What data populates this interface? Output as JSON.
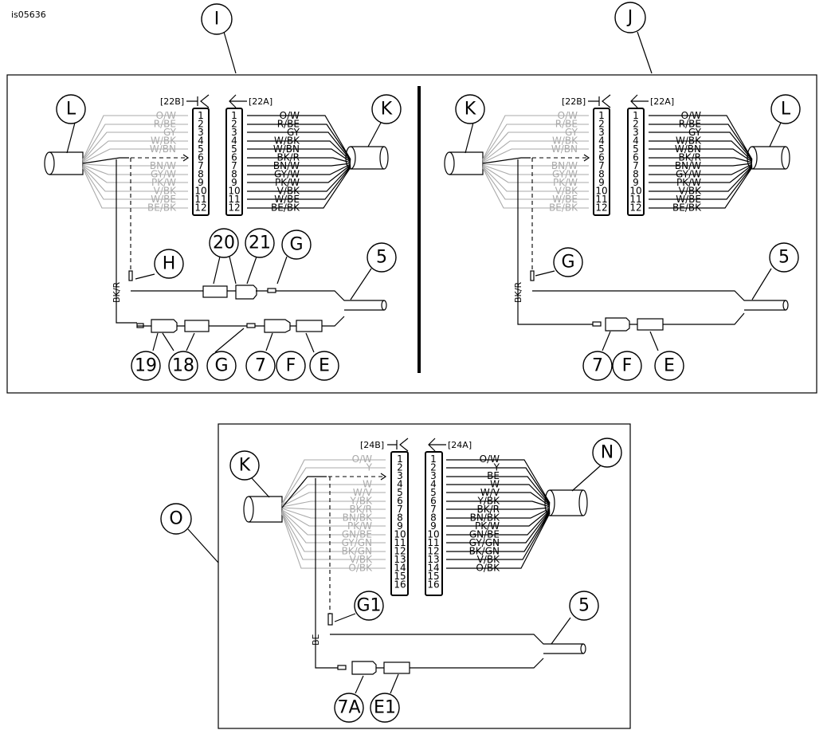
{
  "figure_id": "is05636",
  "panels": {
    "I": {
      "title": "I",
      "conn_b": "[22B]",
      "conn_a": "[22A]",
      "left_harness": "L",
      "right_harness": "K",
      "pins": [
        "1",
        "2",
        "3",
        "4",
        "5",
        "6",
        "7",
        "8",
        "9",
        "10",
        "11",
        "12"
      ],
      "wires_a": [
        "O/W",
        "R/BE",
        "GY",
        "W/BK",
        "W/BN",
        "BK/R",
        "BN/W",
        "GY/W",
        "PK/W",
        "V/BK",
        "W/BE",
        "BE/BK"
      ],
      "wires_b": [
        "O/W",
        "R/BE",
        "GY",
        "W/BK",
        "W/BN",
        "",
        "BN/W",
        "GY/W",
        "PK/W",
        "V/BK",
        "W/BE",
        "BE/BK"
      ],
      "vertical_wire": "BK/R",
      "callouts": [
        "H",
        "20",
        "21",
        "G",
        "5",
        "19",
        "18",
        "G",
        "7",
        "F",
        "E"
      ]
    },
    "J": {
      "title": "J",
      "conn_b": "[22B]",
      "conn_a": "[22A]",
      "left_harness": "K",
      "right_harness": "L",
      "pins": [
        "1",
        "2",
        "3",
        "4",
        "5",
        "6",
        "7",
        "8",
        "9",
        "10",
        "11",
        "12"
      ],
      "wires_a": [
        "O/W",
        "R/BE",
        "GY",
        "W/BK",
        "W/BN",
        "BK/R",
        "BN/W",
        "GY/W",
        "PK/W",
        "V/BK",
        "W/BE",
        "BE/BK"
      ],
      "wires_b": [
        "O/W",
        "R/BE",
        "GY",
        "W/BK",
        "W/BN",
        "",
        "BN/W",
        "GY/W",
        "PK/W",
        "V/BK",
        "W/BE",
        "BE/BK"
      ],
      "vertical_wire": "BK/R",
      "callouts": [
        "G",
        "5",
        "7",
        "F",
        "E"
      ]
    },
    "O": {
      "title": "O",
      "conn_b": "[24B]",
      "conn_a": "[24A]",
      "left_harness": "K",
      "right_harness": "N",
      "pins": [
        "1",
        "2",
        "3",
        "4",
        "5",
        "6",
        "7",
        "8",
        "9",
        "10",
        "11",
        "12",
        "13",
        "14",
        "15",
        "16"
      ],
      "wires_a": [
        "O/W",
        "Y",
        "BE",
        "W",
        "W/V",
        "Y/BK",
        "BK/R",
        "BN/BK",
        "PK/W",
        "GN/BE",
        "GY/GN",
        "BK/GN",
        "V/BK",
        "O/BK",
        "",
        ""
      ],
      "wires_b": [
        "O/W",
        "Y",
        "",
        "W",
        "W/V",
        "Y/BK",
        "BK/R",
        "BN/BK",
        "PK/W",
        "GN/BE",
        "GY/GN",
        "BK/GN",
        "V/BK",
        "O/BK",
        "",
        ""
      ],
      "vertical_wire": "BE",
      "callouts": [
        "G1",
        "5",
        "7A",
        "E1"
      ]
    }
  }
}
